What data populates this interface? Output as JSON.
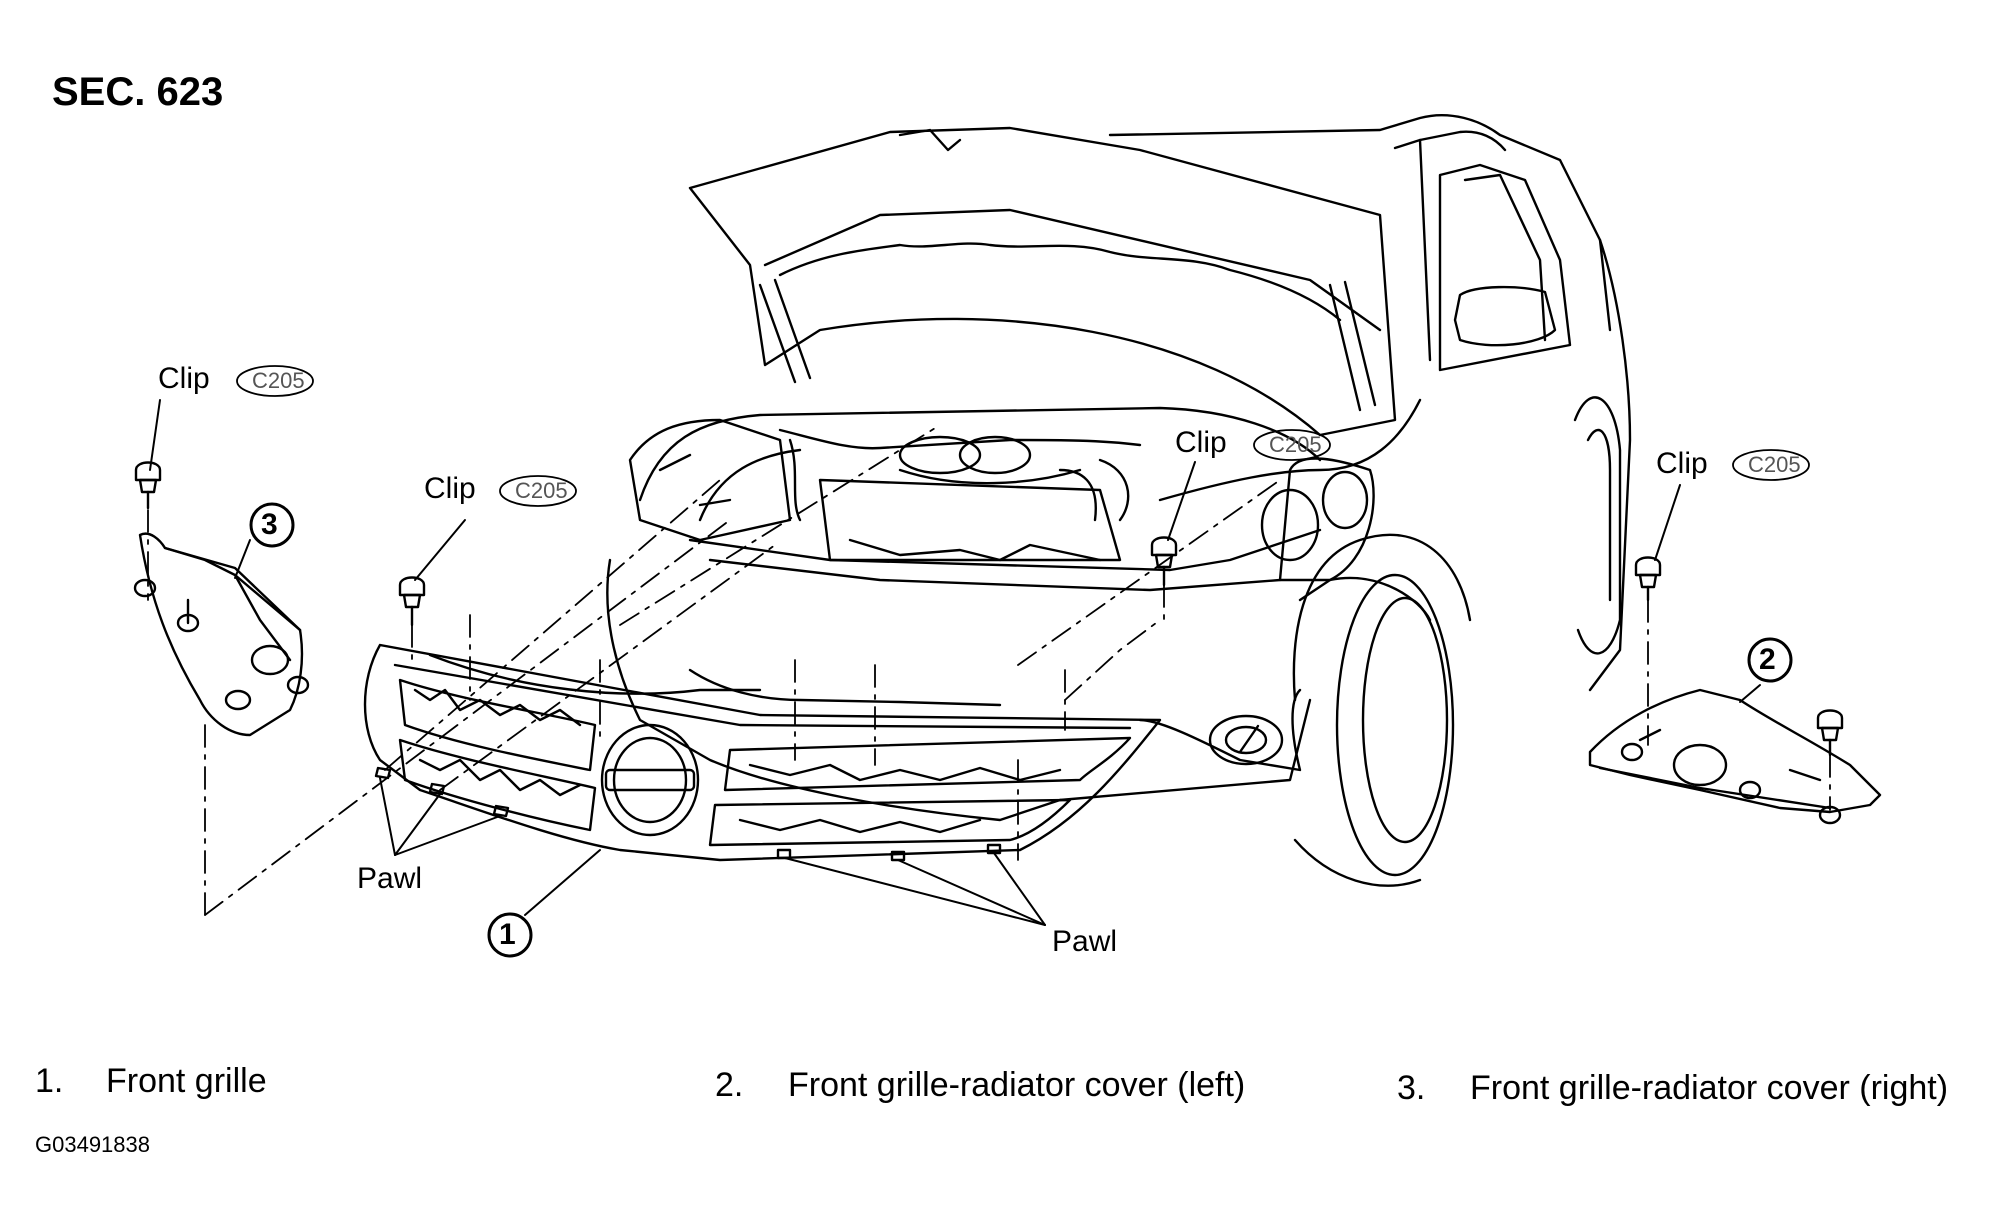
{
  "section_label": "SEC. 623",
  "labels": {
    "clip": "Clip",
    "clip_code": "C205",
    "pawl": "Pawl"
  },
  "callouts": [
    "1",
    "2",
    "3"
  ],
  "legend": [
    {
      "number": "1.",
      "text": "Front grille"
    },
    {
      "number": "2.",
      "text": "Front grille-radiator cover (left)"
    },
    {
      "number": "3.",
      "text": "Front grille-radiator cover (right)"
    }
  ],
  "figure_code": "G03491838",
  "colors": {
    "ink": "#000000",
    "paper": "#ffffff"
  }
}
